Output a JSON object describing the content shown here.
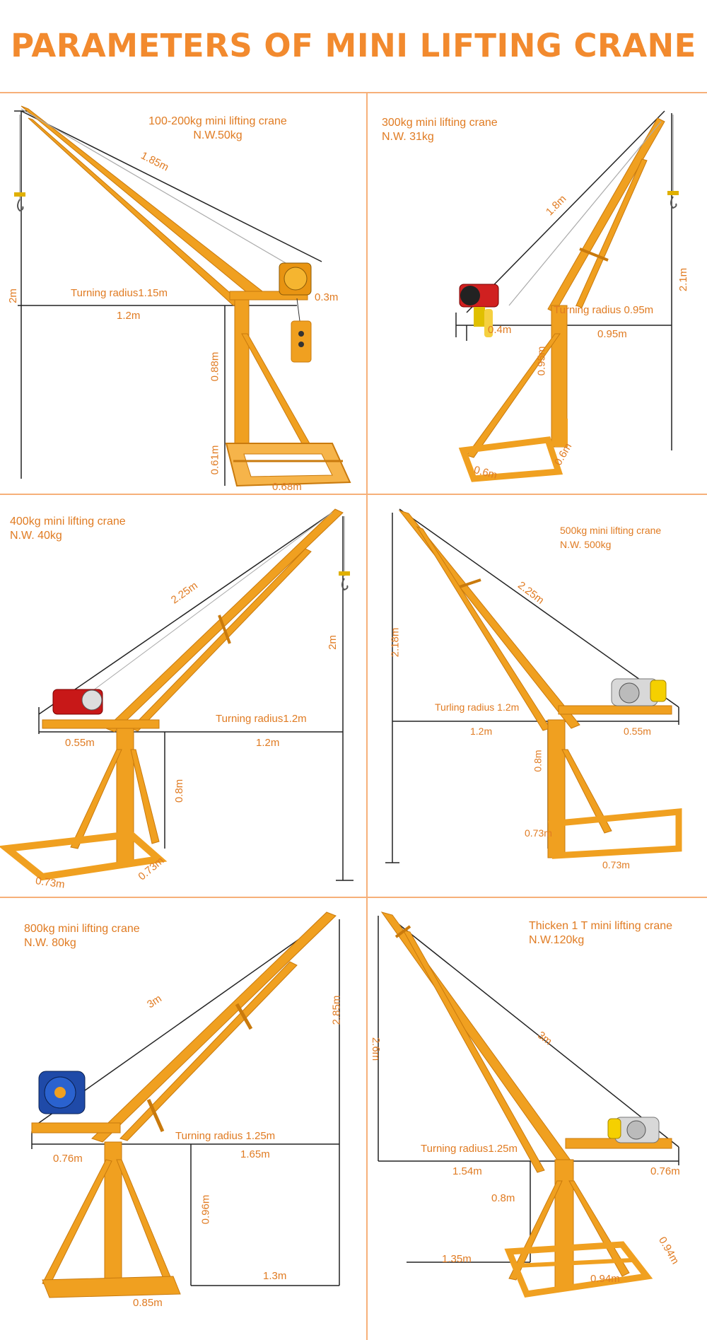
{
  "title": "PARAMETERS  OF MINI LIFTING CRANE",
  "colors": {
    "accent": "#f28a2e",
    "steel": "#f0a020",
    "steel_dark": "#c97a0d",
    "divider": "#f6b079"
  },
  "panels": [
    {
      "name": "100-200kg mini lifting crane",
      "caption_line1": "100-200kg mini lifting crane",
      "caption_line2": "N.W.50kg",
      "motor": "winch-yellow",
      "dims": {
        "boom": "1.85m",
        "height": "2m",
        "turning": "Turning radius1.15m",
        "reach": "1.2m",
        "tail": "0.3m",
        "column": "0.88m",
        "base_h": "0.61m",
        "base_w": "0.68m"
      }
    },
    {
      "name": "300kg mini lifting crane",
      "caption_line1": "300kg mini lifting crane",
      "caption_line2": "N.W. 31kg",
      "motor": "hoist-red",
      "dims": {
        "boom": "1.8m",
        "height": "2.1m",
        "turning": "Turning radius 0.95m",
        "reach": "0.95m",
        "tail": "0.4m",
        "column": "0.95m",
        "base_d": "0.6m",
        "base_w": "0.6m"
      }
    },
    {
      "name": "400kg mini lifting crane",
      "caption_line1": "400kg mini lifting crane",
      "caption_line2": "N.W. 40kg",
      "motor": "hoist-red",
      "dims": {
        "boom": "2.25m",
        "height": "2m",
        "turning": "Turning radius1.2m",
        "reach": "1.2m",
        "tail": "0.55m",
        "column": "0.8m",
        "base_d": "0.73m",
        "base_w": "0.73m"
      }
    },
    {
      "name": "500kg mini lifting crane",
      "caption_line1": "500kg mini lifting crane",
      "caption_line2": "N.W. 500kg",
      "motor": "hoist-silver",
      "dims": {
        "boom": "2.25m",
        "height": "2.18m",
        "turning": "Turling radius 1.2m",
        "reach": "1.2m",
        "tail": "0.55m",
        "column": "0.8m",
        "base_d": "0.73m",
        "base_w": "0.73m"
      }
    },
    {
      "name": "800kg mini lifting crane",
      "caption_line1": "800kg mini lifting crane",
      "caption_line2": "N.W. 80kg",
      "motor": "winch-blue",
      "dims": {
        "boom": "3m",
        "height": "2.85m",
        "turning": "Turning radius 1.25m",
        "reach": "1.65m",
        "tail": "0.76m",
        "column": "0.96m",
        "base_w": "0.85m",
        "base_r": "1.3m"
      }
    },
    {
      "name": "Thicken 1 T mini lifting crane",
      "caption_line1": "Thicken 1 T mini lifting crane",
      "caption_line2": "N.W.120kg",
      "motor": "hoist-silver",
      "dims": {
        "boom": "3m",
        "height": "2.6m",
        "turning": "Turning radius1.25m",
        "reach": "1.54m",
        "tail": "0.76m",
        "column": "0.8m",
        "base_r": "1.35m",
        "base_w": "0.94m",
        "base_d": "0.94m"
      }
    }
  ]
}
